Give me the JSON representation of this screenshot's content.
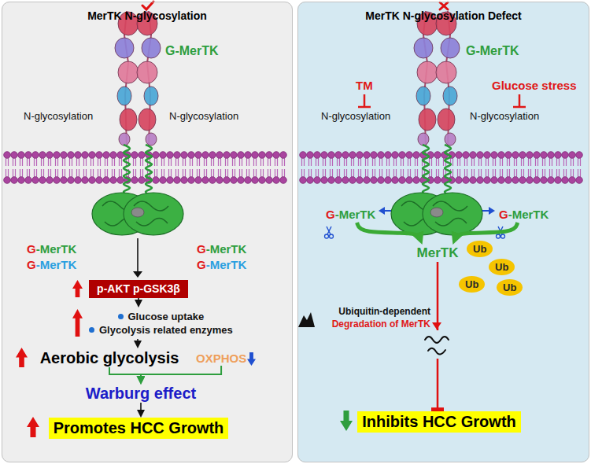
{
  "diagram": {
    "nodes": [
      {
        "text": [
          "MerTK N-glycosylation"
        ]
      },
      {
        "text": [
          "p-AKT p-GSK3β"
        ],
        "in": 0
      },
      {
        "text": [
          "Glucose uptake",
          "Glycolysis related enzymes"
        ],
        "in": 0
      },
      {
        "text": [
          "Aerobic glycolysis"
        ],
        "in": 0
      },
      {
        "text": [
          "OXPHOS"
        ],
        "in": 0
      },
      {
        "text": [
          "Warburg effect"
        ],
        "in": 0
      },
      {
        "text": [
          "Promotes HCC Growth"
        ],
        "in": 0
      },
      {
        "text": [
          "MerTK N-glycosylation Defect"
        ]
      },
      {
        "text": [
          "G-MerTK"
        ],
        "in": 7
      },
      {
        "text": [
          "G-MerTK"
        ],
        "in": 7
      },
      {
        "text": [
          "MerTK"
        ],
        "in": 7
      },
      {
        "text": [
          "Ub"
        ],
        "in": 7
      },
      {
        "text": [
          "Ub"
        ],
        "in": 7
      },
      {
        "text": [
          "Ub"
        ],
        "in": 7
      },
      {
        "text": [
          "Ub"
        ],
        "in": 7
      },
      {
        "text": [
          "Inhibits HCC Growth"
        ],
        "in": 7
      }
    ],
    "edges": [
      {
        "from": 1,
        "to": 2,
        "arrow": "to"
      },
      {
        "from": 2,
        "to": 3,
        "arrow": "to"
      },
      {
        "from": 3,
        "to": 5,
        "arrow": "to"
      },
      {
        "from": 4,
        "to": 5,
        "arrow": "to"
      },
      {
        "from": 5,
        "to": 6,
        "arrow": "to"
      },
      {
        "from": 8,
        "to": 10,
        "arrow": "to"
      },
      {
        "from": 9,
        "to": 10,
        "arrow": "to"
      },
      {
        "from": 10,
        "to": 15,
        "arrow": "to"
      }
    ],
    "labels": [
      "G-MerTK",
      "N-glycosylation",
      "N-glycosylation",
      "G-MerTK",
      "G-MerTK",
      "G-MerTK",
      "G-MerTK",
      "G-MerTK",
      "TM",
      "Glucose stress",
      "N-glycosylation",
      "N-glycosylation",
      "Ubiquitin-dependent",
      "Degradation of MerTK"
    ]
  }
}
